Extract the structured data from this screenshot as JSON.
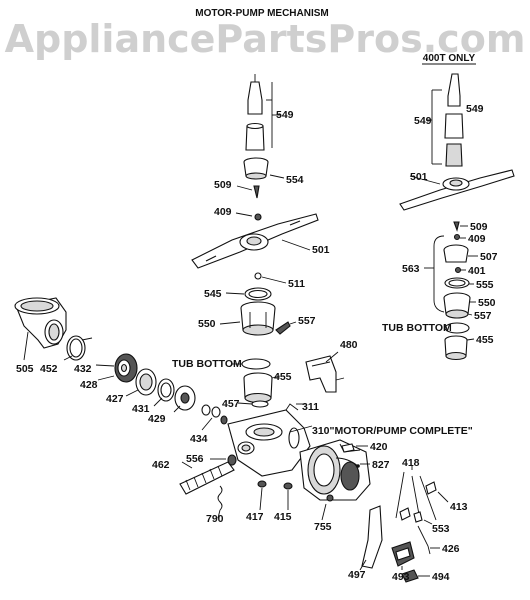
{
  "diagram": {
    "title": "MOTOR-PUMP MECHANISM",
    "watermark": "AppliancePartsPros.com",
    "inset_title": "400T ONLY",
    "texts": {
      "tub_bottom_main": "TUB BOTTOM",
      "tub_bottom_inset": "TUB BOTTOM",
      "motor_pump_complete": "310\"MOTOR/PUMP COMPLETE\""
    },
    "part_labels": [
      {
        "id": "p549",
        "text": "549"
      },
      {
        "id": "p554",
        "text": "554"
      },
      {
        "id": "p509",
        "text": "509"
      },
      {
        "id": "p409",
        "text": "409"
      },
      {
        "id": "p501",
        "text": "501"
      },
      {
        "id": "p511",
        "text": "511"
      },
      {
        "id": "p545",
        "text": "545"
      },
      {
        "id": "p550",
        "text": "550"
      },
      {
        "id": "p557",
        "text": "557"
      },
      {
        "id": "p480",
        "text": "480"
      },
      {
        "id": "p505",
        "text": "505"
      },
      {
        "id": "p452",
        "text": "452"
      },
      {
        "id": "p432",
        "text": "432"
      },
      {
        "id": "p428",
        "text": "428"
      },
      {
        "id": "p427",
        "text": "427"
      },
      {
        "id": "p431",
        "text": "431"
      },
      {
        "id": "p429",
        "text": "429"
      },
      {
        "id": "p455",
        "text": "455"
      },
      {
        "id": "p457",
        "text": "457"
      },
      {
        "id": "p311",
        "text": "311"
      },
      {
        "id": "p434",
        "text": "434"
      },
      {
        "id": "p420",
        "text": "420"
      },
      {
        "id": "p827",
        "text": "827"
      },
      {
        "id": "p462",
        "text": "462"
      },
      {
        "id": "p556",
        "text": "556"
      },
      {
        "id": "p418",
        "text": "418"
      },
      {
        "id": "p413",
        "text": "413"
      },
      {
        "id": "p553",
        "text": "553"
      },
      {
        "id": "p790",
        "text": "790"
      },
      {
        "id": "p417",
        "text": "417"
      },
      {
        "id": "p415",
        "text": "415"
      },
      {
        "id": "p755",
        "text": "755"
      },
      {
        "id": "p426",
        "text": "426"
      },
      {
        "id": "p497",
        "text": "497"
      },
      {
        "id": "p493",
        "text": "493"
      },
      {
        "id": "p494",
        "text": "494"
      },
      {
        "id": "i549",
        "text": "549"
      },
      {
        "id": "i501",
        "text": "501"
      },
      {
        "id": "i509",
        "text": "509"
      },
      {
        "id": "i409",
        "text": "409"
      },
      {
        "id": "i507",
        "text": "507"
      },
      {
        "id": "i563",
        "text": "563"
      },
      {
        "id": "i401",
        "text": "401"
      },
      {
        "id": "i555",
        "text": "555"
      },
      {
        "id": "i550",
        "text": "550"
      },
      {
        "id": "i557",
        "text": "557"
      },
      {
        "id": "i455",
        "text": "455"
      }
    ]
  }
}
